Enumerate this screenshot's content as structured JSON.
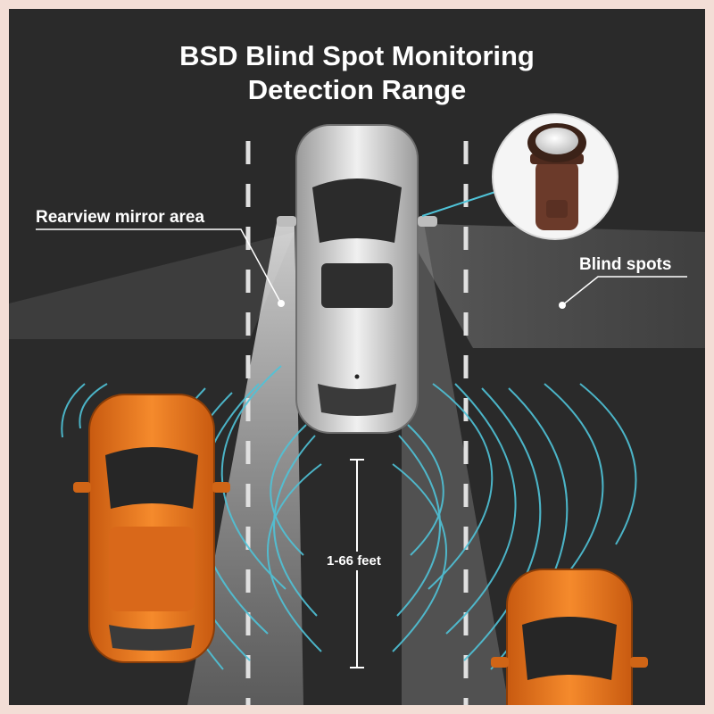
{
  "title": {
    "line1": "BSD Blind Spot Monitoring",
    "line2": "Detection Range"
  },
  "labels": {
    "rearview_mirror_area": "Rearview mirror area",
    "blind_spots": "Blind spots",
    "distance": "1-66 feet"
  },
  "colors": {
    "background": "#2a2a2a",
    "frame": "#f3ded6",
    "radar_wave": "#4fc3d8",
    "orange_car": "#e8721c",
    "silver_car": "#c9c9c9",
    "sensor_body": "#6b3a2a"
  },
  "icons": {
    "sensor": "parking-sensor-icon"
  }
}
